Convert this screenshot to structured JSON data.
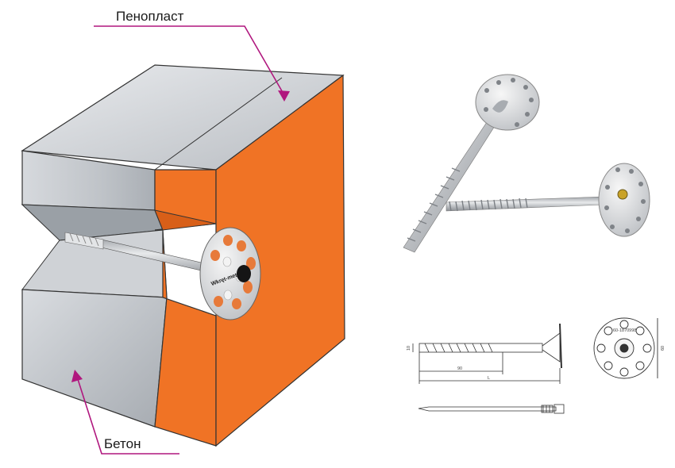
{
  "labels": {
    "foam": "Пенопласт",
    "concrete": "Бетон"
  },
  "dowel": {
    "brand": "Wkręt-met"
  },
  "drawing": {
    "dim_short": "90",
    "dim_length": "L",
    "dim_height": "10",
    "dim_diameter": "60",
    "head_stamp": "60-1870998"
  },
  "colors": {
    "foam": "#f07325",
    "concrete": "#c4c7cb",
    "leader": "#b0177e"
  }
}
